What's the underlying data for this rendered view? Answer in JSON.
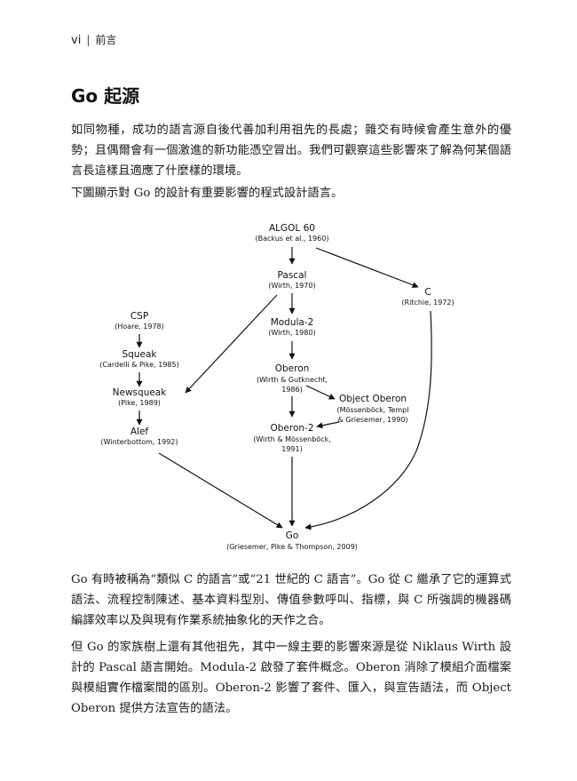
{
  "header": {
    "page_number": "vi",
    "separator": "|",
    "section": "前言"
  },
  "title": "Go 起源",
  "paragraphs": {
    "p1": "如同物種，成功的語言源自後代善加利用祖先的長處；雜交有時候會產生意外的優勢；且偶爾會有一個激進的新功能憑空冒出。我們可觀察這些影響來了解為何某個語言長這樣且適應了什麼樣的環境。",
    "p2": "下圖顯示對 Go 的設計有重要影響的程式設計語言。",
    "p3": "Go 有時被稱為“類似 C 的語言”或“21 世紀的 C 語言”。Go 從 C 繼承了它的運算式語法、流程控制陳述、基本資料型別、傳值參數呼叫、指標，與 C 所強調的機器碼編譯效率以及與現有作業系統抽象化的天作之合。",
    "p4": "但 Go 的家族樹上還有其他祖先，其中一線主要的影響來源是從 Niklaus Wirth 設計的 Pascal 語言開始。Modula-2 啟發了套件概念。Oberon 消除了模組介面檔案與模組實作檔案間的區別。Oberon-2 影響了套件、匯入，與宣告語法，而 Object Oberon 提供方法宣告的語法。"
  },
  "diagram": {
    "nodes": {
      "algol": {
        "name": "ALGOL 60",
        "sub1": "(Backus et al., 1960)"
      },
      "pascal": {
        "name": "Pascal",
        "sub1": "(Wirth, 1970)"
      },
      "c": {
        "name": "C",
        "sub1": "(Ritchie, 1972)"
      },
      "modula": {
        "name": "Modula-2",
        "sub1": "(Wirth, 1980)"
      },
      "oberon": {
        "name": "Oberon",
        "sub1": "(Wirth & Gutknecht,",
        "sub2": "1986)"
      },
      "objoberon": {
        "name": "Object Oberon",
        "sub1": "(Mössenböck, Templ",
        "sub2": "& Griesemer, 1990)"
      },
      "oberon2": {
        "name": "Oberon-2",
        "sub1": "(Wirth & Mössenböck,",
        "sub2": "1991)"
      },
      "csp": {
        "name": "CSP",
        "sub1": "(Hoare, 1978)"
      },
      "squeak": {
        "name": "Squeak",
        "sub1": "(Cardelli & Pike, 1985)"
      },
      "newsqueak": {
        "name": "Newsqueak",
        "sub1": "(Pike, 1989)"
      },
      "alef": {
        "name": "Alef",
        "sub1": "(Winterbottom, 1992)"
      },
      "go": {
        "name": "Go",
        "sub1": "(Griesemer, Pike & Thompson, 2009)"
      }
    }
  }
}
